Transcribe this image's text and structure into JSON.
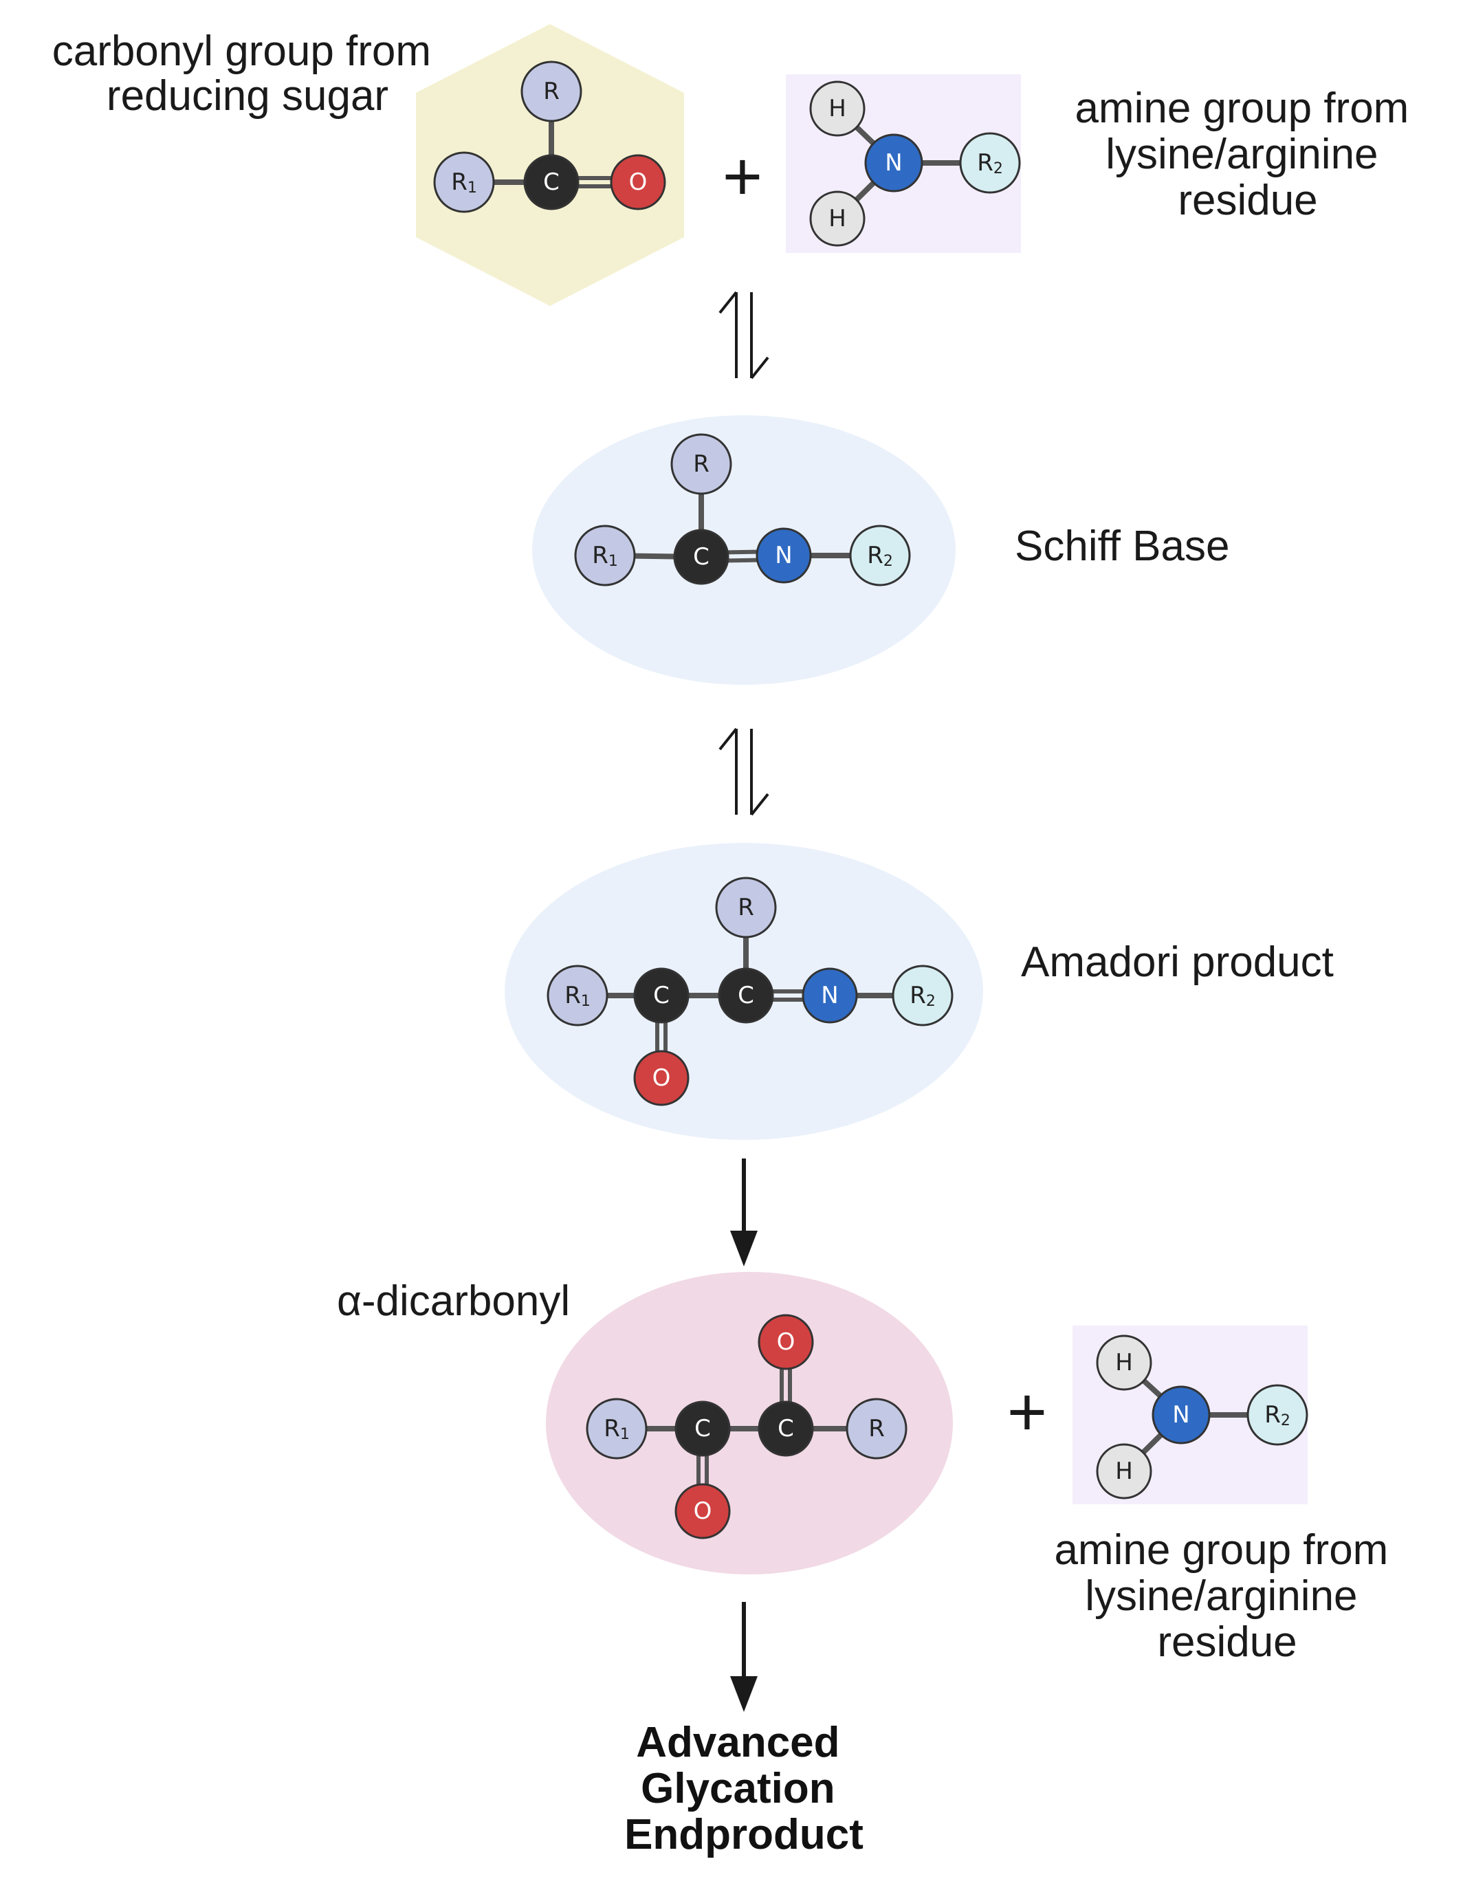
{
  "labels": {
    "sugar": [
      "carbonyl group from",
      "reducing sugar"
    ],
    "amine_top": [
      "amine group from",
      "lysine/arginine",
      "residue"
    ],
    "schiff": "Schiff Base",
    "amadori": "Amadori product",
    "dicarbonyl": "α-dicarbonyl",
    "amine_bottom": [
      "amine group from",
      "lysine/arginine",
      "residue"
    ],
    "end": [
      "Advanced",
      "Glycation",
      "Endproduct"
    ]
  },
  "operators": {
    "plus": "+"
  },
  "atoms": {
    "carbon": "C",
    "oxygen": "O",
    "nitrogen": "N",
    "hydrogen": "H",
    "r": "R",
    "r_letter": "R",
    "r1_sub": "1",
    "r2_sub": "2"
  },
  "colors": {
    "carbon": "#2b2b2b",
    "oxygen": "#d14141",
    "nitrogen": "#2f6bc4",
    "hydrogen": "#e4e4e4",
    "r_group": "#c3c9e4",
    "r2_group": "#d6eef2",
    "bond": "#555555",
    "hexagon_bg": "#f4f1d2",
    "amine_box_bg": "#f4eefc",
    "blue_oval_bg": "#eaf1fb",
    "pink_oval_bg": "#f1d9e5",
    "arrow": "#1a1a1a"
  }
}
